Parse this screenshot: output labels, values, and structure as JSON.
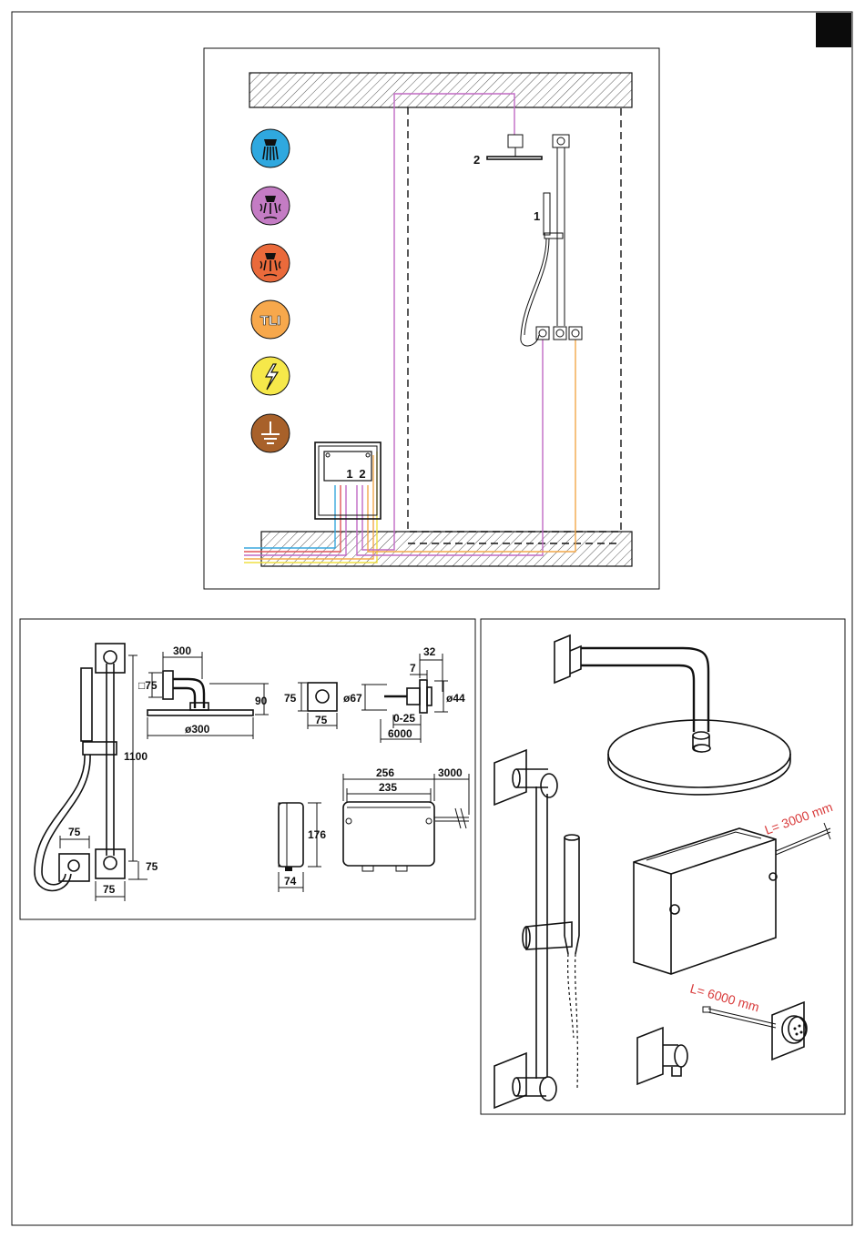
{
  "installation": {
    "icons": [
      {
        "name": "cold-water-icon",
        "color": "#2fa8df"
      },
      {
        "name": "hot-water-icon",
        "color": "#c47cc4"
      },
      {
        "name": "mixed-water-icon",
        "color": "#ea6a3b"
      },
      {
        "name": "tli-icon",
        "color": "#f7a84c",
        "text": "TLI"
      },
      {
        "name": "power-icon",
        "color": "#f6e84a"
      },
      {
        "name": "earth-icon",
        "color": "#a8612a"
      }
    ],
    "outlet_labels": {
      "handshower": "1",
      "overhead": "2"
    },
    "box_labels": {
      "one": "1",
      "two": "2"
    },
    "line_colors": {
      "cold": "#38a7dd",
      "hot": "#e0555a",
      "mixed": "#c06ac4",
      "tli": "#f3a94a",
      "power": "#efe044"
    }
  },
  "dimensions": {
    "rail_height": "1100",
    "arm_length": "300",
    "flange_square": "□75",
    "head_drop": "90",
    "head_diameter": "ø300",
    "elbow_width": "75",
    "bottom_offset": "75",
    "rail_width": "75",
    "wall_plate_height": "75",
    "wall_plate_width": "75",
    "sensor_diameter": "ø67",
    "sensor_depth": "32",
    "sensor_flange": "7",
    "sensor_body": "ø44",
    "sensor_adjust": "0-25",
    "sensor_cable": "6000",
    "box_height": "176",
    "box_depth": "74",
    "box_width_outer": "256",
    "box_width_inner": "235",
    "box_cable": "3000"
  },
  "perspective": {
    "box_cable_label": "L= 3000 mm",
    "sensor_cable_label": "L= 6000 mm"
  }
}
